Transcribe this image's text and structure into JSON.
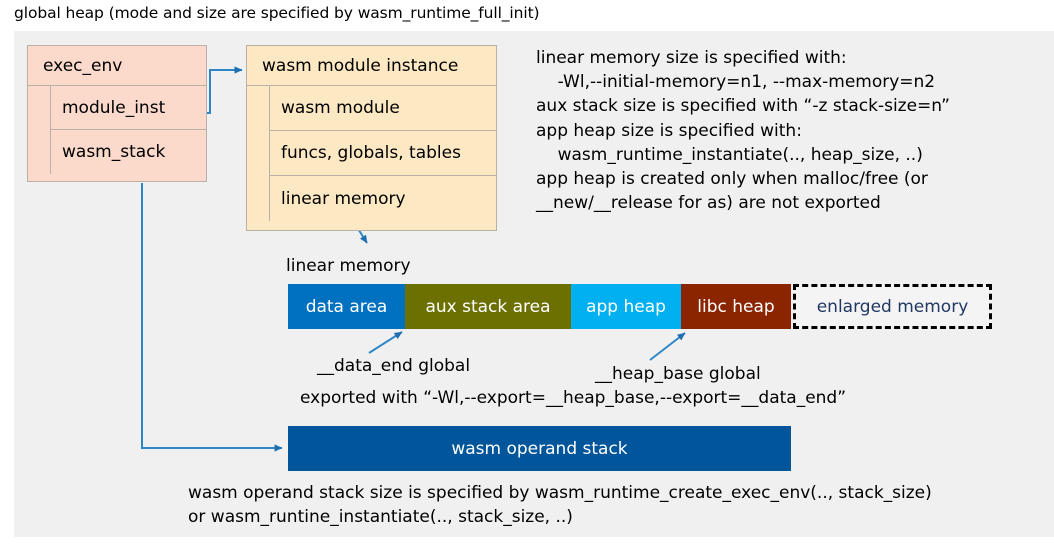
{
  "title": "global heap (mode and size are specified by wasm_runtime_full_init)",
  "exec_env": {
    "header": "exec_env",
    "rows": [
      {
        "label": "module_inst"
      },
      {
        "label": "wasm_stack"
      }
    ]
  },
  "module_instance": {
    "header": "wasm module instance",
    "rows": [
      {
        "label": "wasm module"
      },
      {
        "label": "funcs, globals, tables"
      },
      {
        "label": "linear memory"
      }
    ]
  },
  "side_note": "linear memory size is specified with:\n    -Wl,--initial-memory=n1, --max-memory=n2\naux stack size is specified with “-z stack-size=n”\napp heap size is specified with:\n    wasm_runtime_instantiate(.., heap_size, ..)\napp heap is created only when malloc/free (or\n__new/__release for as) are not exported",
  "linear_memory": {
    "caption": "linear memory",
    "segments": [
      {
        "label": "data area",
        "color": "#0070c0",
        "width": 117
      },
      {
        "label": "aux stack area",
        "color": "#6b7000",
        "width": 166
      },
      {
        "label": "app heap",
        "color": "#00b0f0",
        "width": 110
      },
      {
        "label": "libc heap",
        "color": "#8b2500",
        "width": 110
      },
      {
        "label": "enlarged memory",
        "color": "#f4f4f4",
        "width": 199,
        "dashed": true
      }
    ]
  },
  "annotations": {
    "data_end": "__data_end global",
    "heap_base": "__heap_base global",
    "exported": "exported with “-Wl,--export=__heap_base,--export=__data_end”"
  },
  "operand_stack": {
    "label": "wasm operand stack"
  },
  "bottom_note": "wasm operand stack size is specified by wasm_runtime_create_exec_env(.., stack_size)\nor wasm_runtine_instantiate(.., stack_size, ..)",
  "colors": {
    "connector": "#2e86c8",
    "panel": "#f0f0f0"
  }
}
